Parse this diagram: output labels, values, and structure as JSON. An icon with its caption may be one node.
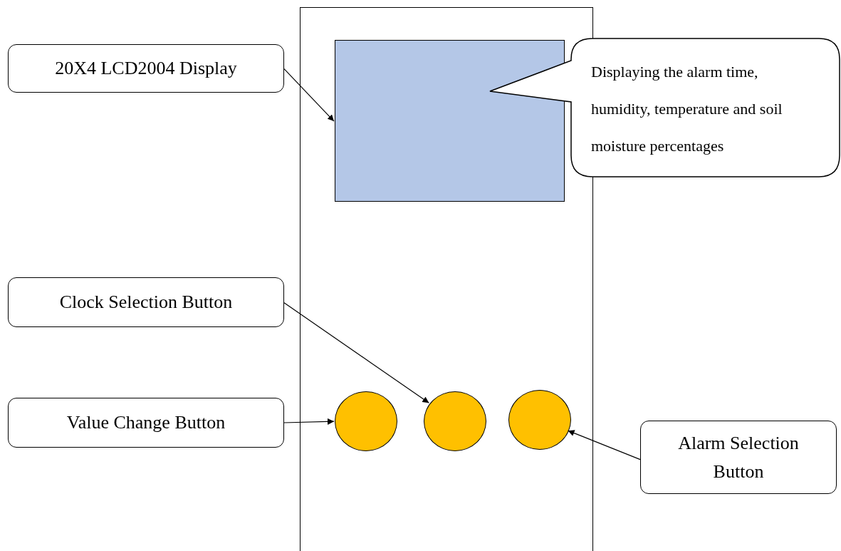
{
  "diagram": {
    "nodes": [
      {
        "text": [],
        "shape": "box"
      },
      {
        "text": [],
        "shape": "box",
        "in": 0
      },
      {
        "text": [
          "Displaying the alarm time, humidity, temperature and soil moisture percentages"
        ]
      },
      {
        "text": [
          "20X4 LCD2004 Display"
        ]
      },
      {
        "text": [
          "Clock Selection Button"
        ]
      },
      {
        "text": [
          "Value Change Button"
        ]
      },
      {
        "text": [],
        "shape": "circle",
        "in": 0
      },
      {
        "text": [],
        "shape": "circle",
        "in": 0
      },
      {
        "text": [],
        "shape": "circle",
        "in": 0
      },
      {
        "text": [
          "Alarm Selection Button"
        ]
      }
    ],
    "edges": [
      {
        "from": 3,
        "to": 1,
        "arrow": "to"
      },
      {
        "from": 4,
        "to": 7,
        "arrow": "to"
      },
      {
        "from": 5,
        "to": 6,
        "arrow": "to"
      },
      {
        "from": 9,
        "to": 8,
        "arrow": "to"
      }
    ]
  }
}
